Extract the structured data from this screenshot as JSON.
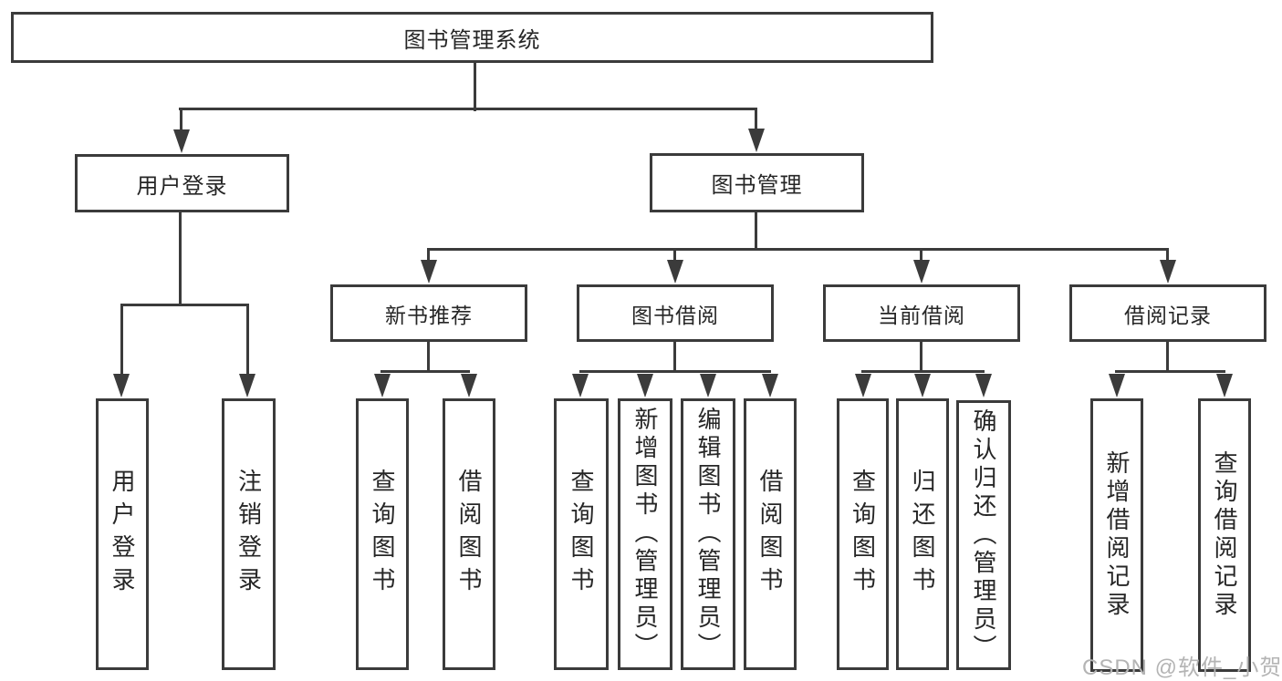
{
  "colors": {
    "line": "#3b3b3b",
    "text": "#262626",
    "box_background": "#ffffff",
    "watermark": "#b4b4b4"
  },
  "watermark": {
    "text": "CSDN @软件_小贺同学"
  },
  "tree": {
    "root": {
      "label": "图书管理系统",
      "children": [
        {
          "label": "用户登录",
          "children": [
            {
              "label": "用户登录"
            },
            {
              "label": "注销登录"
            }
          ]
        },
        {
          "label": "图书管理",
          "children": [
            {
              "label": "新书推荐",
              "children": [
                {
                  "label": "查询图书"
                },
                {
                  "label": "借阅图书"
                }
              ]
            },
            {
              "label": "图书借阅",
              "children": [
                {
                  "label": "查询图书"
                },
                {
                  "label": "新增图书（管理员）"
                },
                {
                  "label": "编辑图书（管理员）"
                },
                {
                  "label": "借阅图书"
                }
              ]
            },
            {
              "label": "当前借阅",
              "children": [
                {
                  "label": "查询图书"
                },
                {
                  "label": "归还图书"
                },
                {
                  "label": "确认归还（管理员）"
                }
              ]
            },
            {
              "label": "借阅记录",
              "children": [
                {
                  "label": "新增借阅记录"
                },
                {
                  "label": "查询借阅记录"
                }
              ]
            }
          ]
        }
      ]
    }
  }
}
